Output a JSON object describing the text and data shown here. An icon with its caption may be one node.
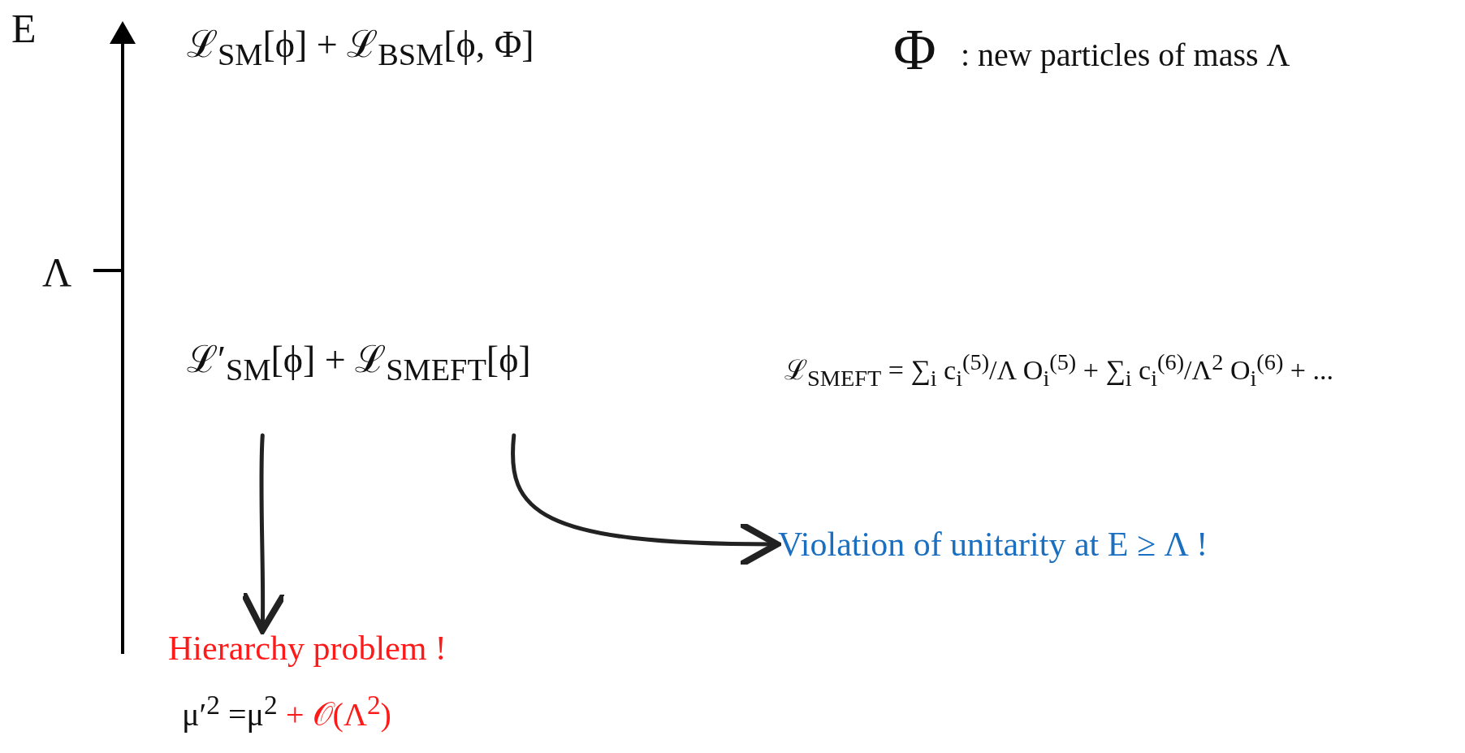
{
  "diagram": {
    "nodes": [
      {
        "text": [
          "ℒ′$_{SM}$[ϕ] + ℒ$_{SMEFT}$[ϕ]"
        ]
      },
      {
        "text": [
          "Hierarchy problem !"
        ]
      },
      {
        "text": [
          "Violation of unitarity at E ≥  Λ !"
        ]
      }
    ],
    "edges": [
      {
        "from": 0,
        "to": 1,
        "arrow": "to"
      },
      {
        "from": 0,
        "to": 2,
        "arrow": "to"
      }
    ],
    "labels": [
      "E",
      "ℒ$_{SM}$[ϕ] + ℒ$_{BSM}$[ϕ, Φ]",
      "Φ",
      ": new particles of mass Λ",
      "Λ",
      "ℒ$_{SMEFT}$ = ∑$_{i}$ c$_{i}$$^{(5)}$/Λ O$_{i}$$^{(5)}$ + ∑$_{i}$ c$_{i}$$^{(6)}$/Λ$^{2}$ O$_{i}$$^{(6)}$ + ...",
      "μ′$^{2}$ =μ$^{2}$",
      "+ 𝒪(Λ$^{2}$)"
    ]
  }
}
